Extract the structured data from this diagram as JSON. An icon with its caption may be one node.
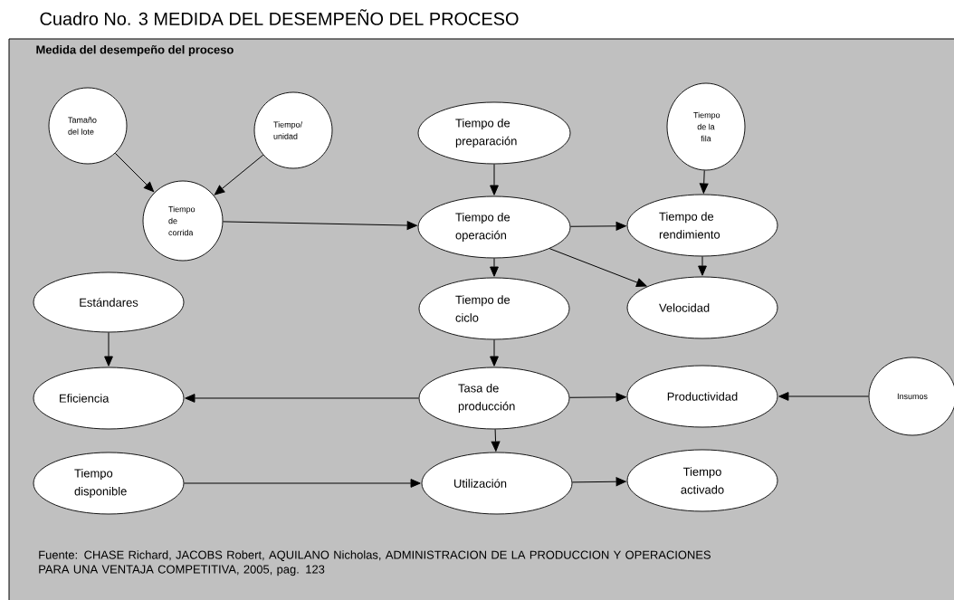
{
  "diagram": {
    "title": "Cuadro No. 3 MEDIDA DEL DESEMPEÑO DEL PROCESO",
    "caption": "Fuente: CHASE Richard, JACOBS Robert, AQUILANO Nicholas, ADMINISTRACION DE LA PRODUCCION Y OPERACIONES PARA UNA VENTAJA COMPETITIVA, 2005, pag. 123",
    "labels": [
      "Medida del desempeño del proceso"
    ],
    "nodes": [
      {
        "text": [
          "Tamaño del lote"
        ]
      },
      {
        "text": [
          "Tiempo/ unidad"
        ]
      },
      {
        "text": [
          "Tiempo de corrida"
        ]
      },
      {
        "text": [
          "Tiempo de preparación"
        ]
      },
      {
        "text": [
          "Tiempo de operación"
        ]
      },
      {
        "text": [
          "Tiempo de la fila"
        ]
      },
      {
        "text": [
          "Tiempo de rendimiento"
        ]
      },
      {
        "text": [
          "Estándares"
        ]
      },
      {
        "text": [
          "Tiempo de ciclo"
        ]
      },
      {
        "text": [
          "Velocidad"
        ]
      },
      {
        "text": [
          "Eficiencia"
        ]
      },
      {
        "text": [
          "Tasa de producción"
        ]
      },
      {
        "text": [
          "Productividad"
        ]
      },
      {
        "text": [
          "Insumos"
        ]
      },
      {
        "text": [
          "Tiempo disponible"
        ]
      },
      {
        "text": [
          "Utilización"
        ]
      },
      {
        "text": [
          "Tiempo activado"
        ]
      }
    ],
    "edges": [
      {
        "from": 0,
        "to": 2,
        "arrow": "to"
      },
      {
        "from": 1,
        "to": 2,
        "arrow": "to"
      },
      {
        "from": 2,
        "to": 4,
        "arrow": "to"
      },
      {
        "from": 3,
        "to": 4,
        "arrow": "to"
      },
      {
        "from": 5,
        "to": 6,
        "arrow": "to"
      },
      {
        "from": 4,
        "to": 6,
        "arrow": "to"
      },
      {
        "from": 4,
        "to": 8,
        "arrow": "to"
      },
      {
        "from": 4,
        "to": 9,
        "arrow": "to"
      },
      {
        "from": 6,
        "to": 9,
        "arrow": "to"
      },
      {
        "from": 7,
        "to": 10,
        "arrow": "to"
      },
      {
        "from": 8,
        "to": 11,
        "arrow": "to"
      },
      {
        "from": 11,
        "to": 10,
        "arrow": "to"
      },
      {
        "from": 11,
        "to": 12,
        "arrow": "to"
      },
      {
        "from": 13,
        "to": 12,
        "arrow": "to"
      },
      {
        "from": 11,
        "to": 15,
        "arrow": "to"
      },
      {
        "from": 14,
        "to": 15,
        "arrow": "to"
      },
      {
        "from": 15,
        "to": 16,
        "arrow": "to"
      }
    ]
  }
}
